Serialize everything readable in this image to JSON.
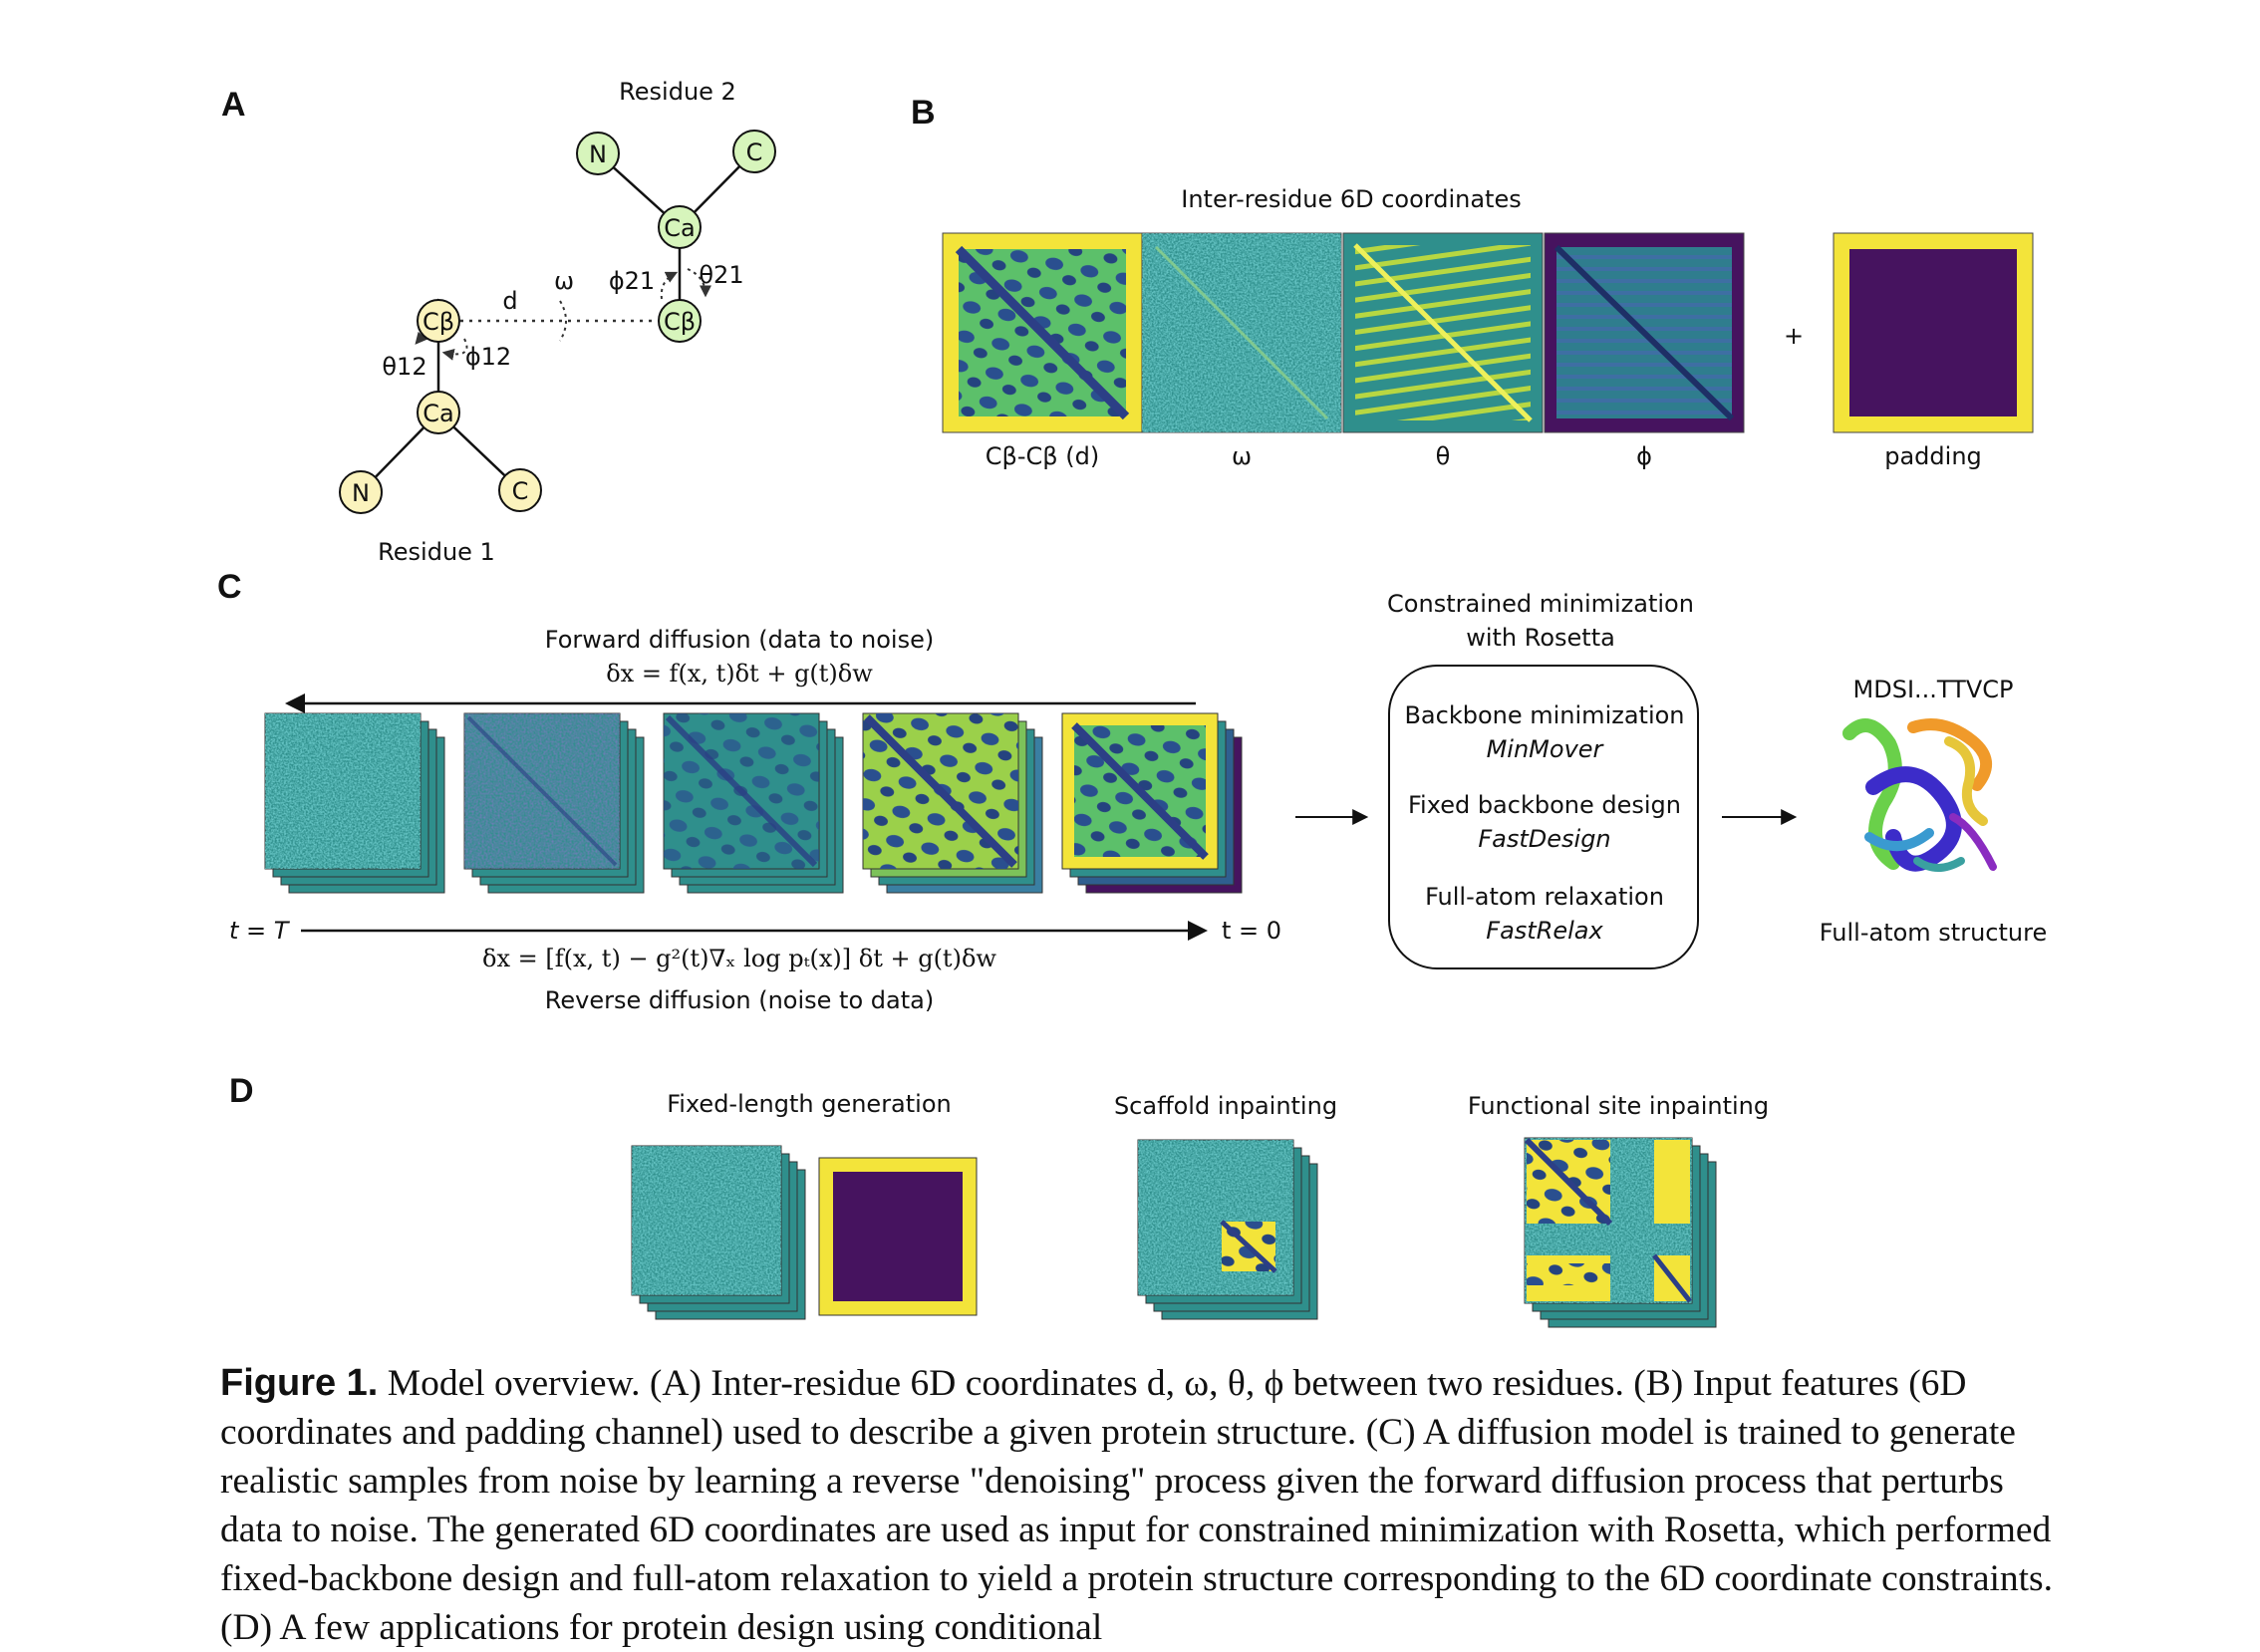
{
  "panel_a": {
    "label": "A",
    "residue2_label": "Residue 2",
    "residue1_label": "Residue 1",
    "atoms": {
      "n": "N",
      "c": "C",
      "ca": "Ca",
      "cb": "Cβ"
    },
    "angles": {
      "d": "d",
      "omega": "ω",
      "phi21": "ϕ21",
      "theta21": "θ21",
      "theta12": "θ12",
      "phi12": "ϕ12"
    }
  },
  "panel_b": {
    "label": "B",
    "title": "Inter-residue 6D coordinates",
    "maps": [
      "Cβ-Cβ (d)",
      "ω",
      "θ",
      "ϕ"
    ],
    "plus": "+",
    "padding_label": "padding"
  },
  "panel_c": {
    "label": "C",
    "forward_title": "Forward diffusion (data to noise)",
    "forward_eq": "δx = f(x, t)δt + g(t)δw",
    "t_start": "t = T",
    "t_end": "t = 0",
    "reverse_eq": "δx = [f(x, t) − g²(t)∇ₓ log pₜ(x)] δt + g(t)δw",
    "reverse_title": "Reverse diffusion (noise to data)",
    "rosetta_title_1": "Constrained minimization",
    "rosetta_title_2": "with Rosetta",
    "steps": [
      {
        "name": "Backbone minimization",
        "mover": "MinMover"
      },
      {
        "name": "Fixed backbone design",
        "mover": "FastDesign"
      },
      {
        "name": "Full-atom relaxation",
        "mover": "FastRelax"
      }
    ],
    "sequence": "MDSI...TTVCP",
    "structure_label": "Full-atom structure"
  },
  "panel_d": {
    "label": "D",
    "tasks": [
      "Fixed-length generation",
      "Scaffold inpainting",
      "Functional site inpainting"
    ]
  },
  "colors": {
    "yellow": "#f3e43a",
    "teal": "#2f8f8c",
    "dark_purple": "#46135f",
    "atom_green": "#d7f5bc",
    "atom_yellow": "#fbf3bd"
  },
  "caption": {
    "figure_label": "Figure 1.",
    "text": "Model overview. (A) Inter-residue 6D coordinates d, ω, θ, ϕ between two residues. (B) Input features (6D coordinates and padding channel) used to describe a given protein structure. (C) A diffusion model is trained to generate realistic samples from noise by learning a reverse \"denoising\" process given the forward diffusion process that perturbs data to noise. The generated 6D coordinates are used as input for constrained minimization with Rosetta, which performed fixed-backbone design and full-atom relaxation to yield a protein structure corresponding to the 6D coordinate constraints. (D) A few applications for protein design using conditional"
  }
}
